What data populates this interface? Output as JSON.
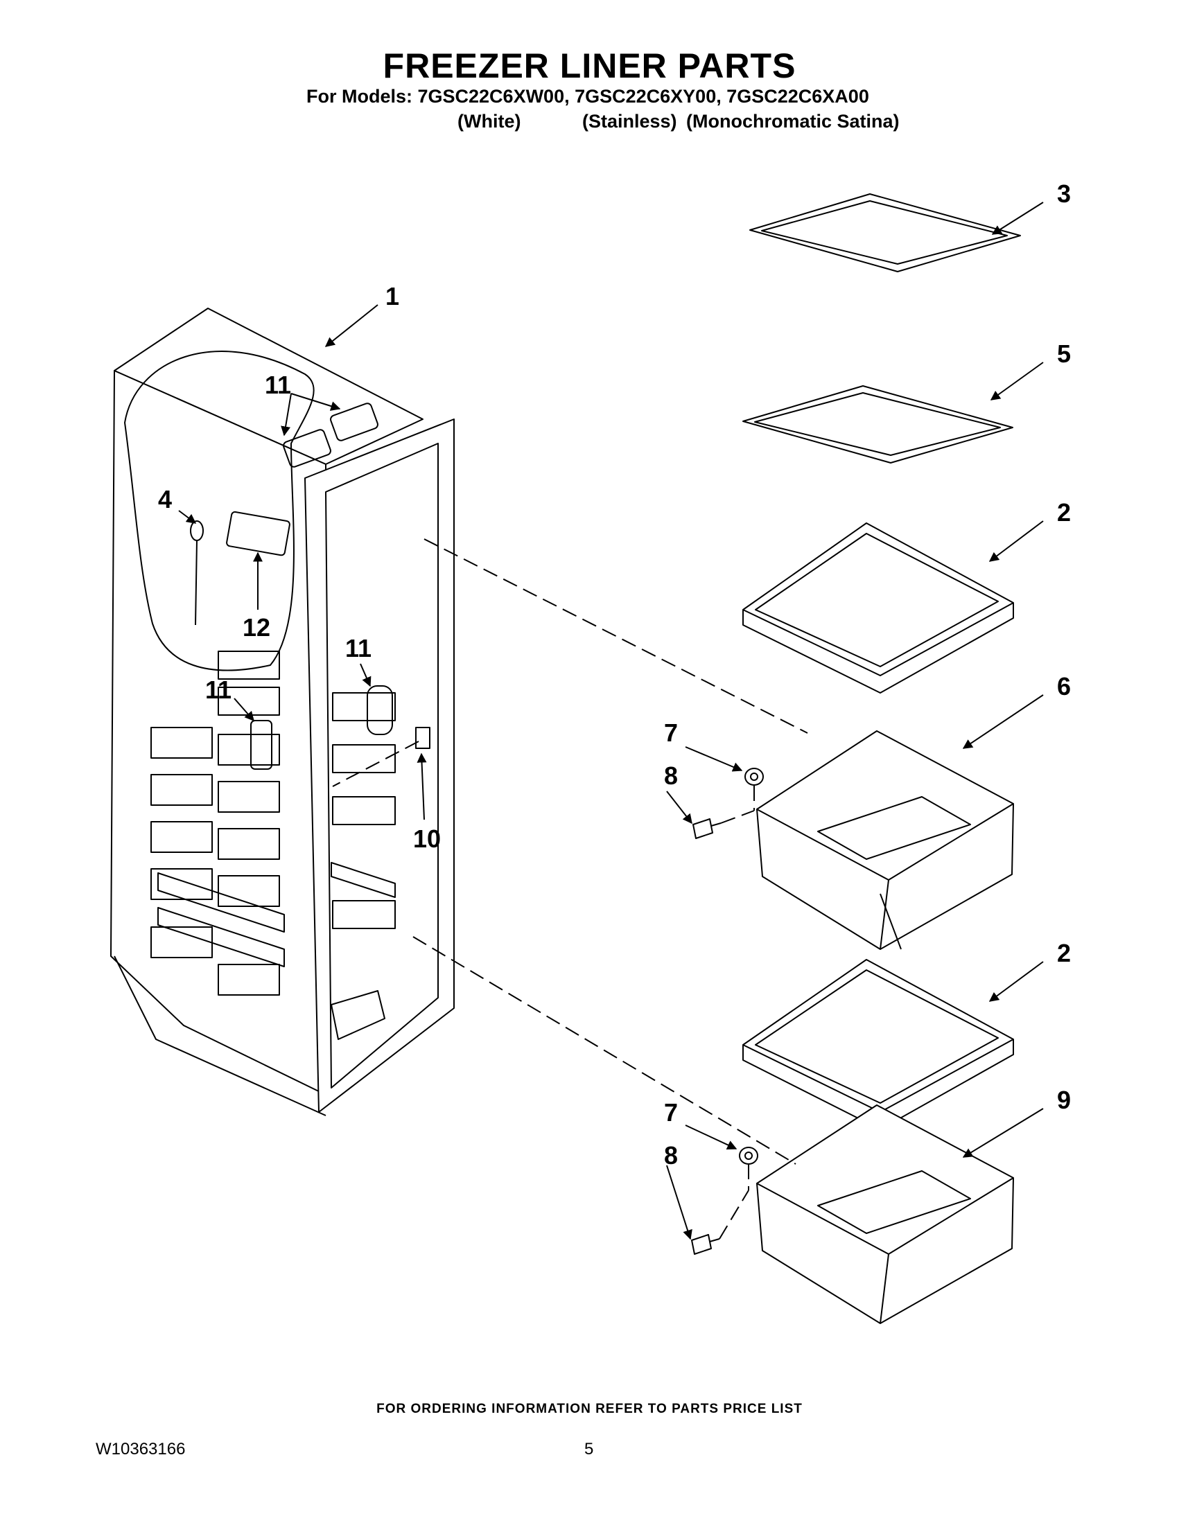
{
  "header": {
    "title": "FREEZER LINER PARTS",
    "models_line": "For Models: 7GSC22C6XW00, 7GSC22C6XY00, 7GSC22C6XA00",
    "variants": [
      "(White)",
      "(Stainless)",
      "(Monochromatic Satina)"
    ]
  },
  "callouts": {
    "c1": "1",
    "c2a": "2",
    "c2b": "2",
    "c3": "3",
    "c4": "4",
    "c5": "5",
    "c6": "6",
    "c7a": "7",
    "c7b": "7",
    "c8a": "8",
    "c8b": "8",
    "c9": "9",
    "c10": "10",
    "c11a": "11",
    "c11b": "11",
    "c11c": "11",
    "c12": "12"
  },
  "footer": {
    "note": "FOR ORDERING INFORMATION REFER TO PARTS PRICE LIST",
    "doc_number": "W10363166",
    "page_number": "5"
  }
}
